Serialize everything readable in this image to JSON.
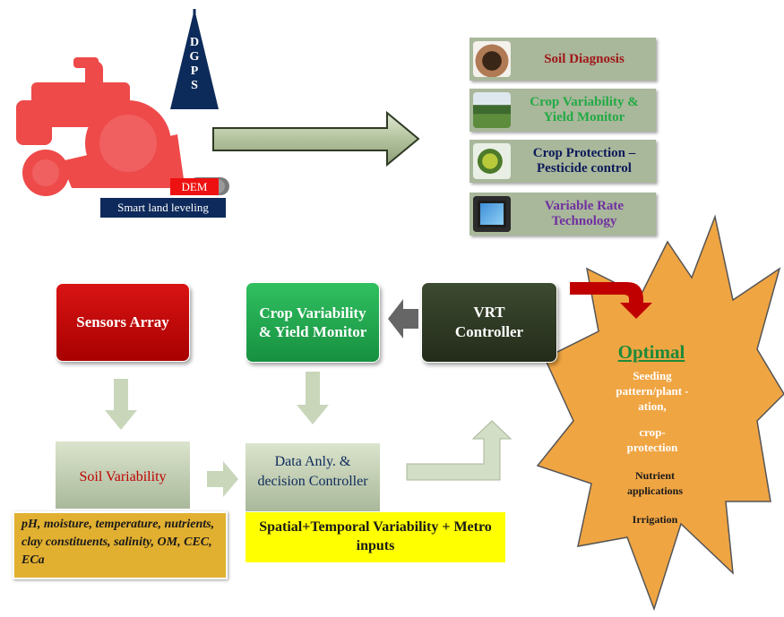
{
  "tractor": {
    "dgps_letters": [
      "D",
      "G",
      "P",
      "S"
    ],
    "dem_label": "DEM",
    "smart_label": "Smart land leveling"
  },
  "features": [
    {
      "label": "Soil Diagnosis",
      "color": "#a01818",
      "icon": "soil-in-hands-icon"
    },
    {
      "label": "Crop  Variability & Yield Monitor",
      "color": "#22aa44",
      "icon": "crop-field-icon"
    },
    {
      "label": "Crop Protection – Pesticide control",
      "color": "#0c1a5a",
      "icon": "pesticide-sprayer-icon"
    },
    {
      "label": "Variable Rate Technology",
      "color": "#7030a0",
      "icon": "tablet-device-icon"
    }
  ],
  "flow": {
    "sensors": "Sensors Array",
    "crop": "Crop Variability  & Yield Monitor",
    "vrt": "VRT Controller",
    "soil": "Soil Variability",
    "data": "Data Anly. & decision Controller"
  },
  "soil_params": "pH, moisture, temperature, nutrients, clay constituents, salinity, OM,  CEC, ECa",
  "spatial": "Spatial+Temporal Variability + Metro inputs",
  "optimal": {
    "title": "Optimal",
    "items": [
      "Seeding pattern/plant -ation,",
      "crop-protection",
      "Nutrient applications",
      "Irrigation"
    ]
  },
  "colors": {
    "tractor": "#ee4a4a",
    "sensors_box": "#c00000",
    "crop_box": "#1faa4a",
    "vrt_box": "#2e3a22",
    "star": "#f0a543",
    "yellow": "#ffff00",
    "params_box": "#e2b030",
    "arrow_green": "#c5d2b2",
    "navy": "#0e2a5c"
  }
}
